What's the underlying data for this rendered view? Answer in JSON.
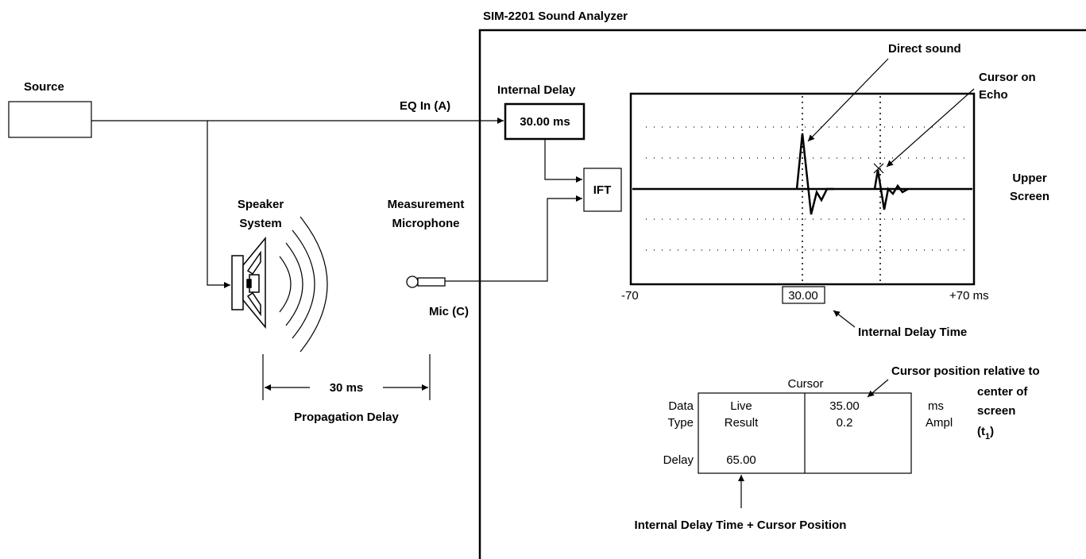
{
  "analyzer": {
    "title": "SIM-2201 Sound Analyzer"
  },
  "source": {
    "label": "Source"
  },
  "eq_in": {
    "label": "EQ In (A)"
  },
  "internal_delay": {
    "title": "Internal Delay",
    "value": "30.00 ms"
  },
  "ift": {
    "label": "IFT"
  },
  "speaker": {
    "line1": "Speaker",
    "line2": "System"
  },
  "microphone": {
    "line1": "Measurement",
    "line2": "Microphone",
    "input_label": "Mic (C)"
  },
  "propagation": {
    "value": "30 ms",
    "label": "Propagation Delay"
  },
  "screen": {
    "direct_sound": "Direct sound",
    "cursor_echo_line1": "Cursor on",
    "cursor_echo_line2": "Echo",
    "upper_line1": "Upper",
    "upper_line2": "Screen",
    "axis_left": "-70",
    "axis_center": "30.00",
    "axis_right": "+70 ms",
    "internal_delay_time": "Internal Delay Time"
  },
  "cursor_table": {
    "header": "Cursor",
    "row_label_data": "Data",
    "row_label_type": "Type",
    "row_label_delay": "Delay",
    "live": "Live",
    "result": "Result",
    "delay_value": "65.00",
    "position_value": "35.00",
    "amplitude_value": "0.2",
    "unit_ms": "ms",
    "unit_ampl": "Ampl"
  },
  "annotations": {
    "cursor_position_line1": "Cursor position relative to",
    "cursor_position_line2": "center of",
    "cursor_position_line3": "screen",
    "t1_base": "(t",
    "t1_sub": "1",
    "t1_close": ")",
    "delay_sum": "Internal Delay Time + Cursor Position"
  }
}
